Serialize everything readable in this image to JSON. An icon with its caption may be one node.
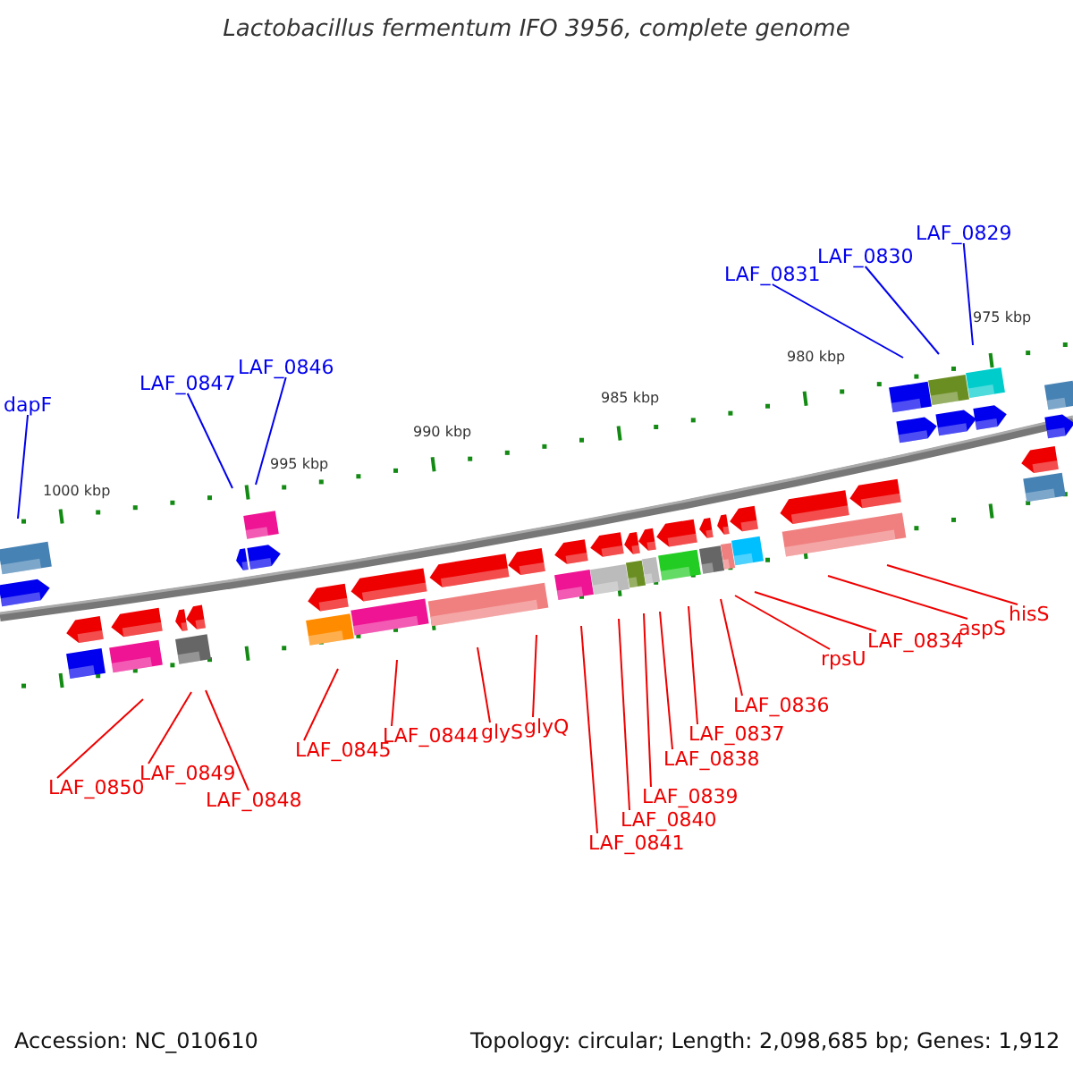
{
  "diagram": {
    "title": "Lactobacillus fermentum IFO 3956, complete genome",
    "nodes": [
      {
        "text": [
          "dapF"
        ]
      },
      {
        "text": [
          "LAF_0847"
        ]
      },
      {
        "text": [
          "LAF_0846"
        ]
      },
      {
        "text": [
          "LAF_0831"
        ]
      },
      {
        "text": [
          "LAF_0830"
        ]
      },
      {
        "text": [
          "LAF_0829"
        ]
      },
      {
        "text": [
          "LAF_0850"
        ]
      },
      {
        "text": [
          "LAF_0849"
        ]
      },
      {
        "text": [
          "LAF_0848"
        ]
      },
      {
        "text": [
          "LAF_0845"
        ]
      },
      {
        "text": [
          "LAF_0844"
        ]
      },
      {
        "text": [
          "glyS"
        ]
      },
      {
        "text": [
          "glyQ"
        ]
      },
      {
        "text": [
          "LAF_0841"
        ]
      },
      {
        "text": [
          "LAF_0840"
        ]
      },
      {
        "text": [
          "LAF_0839"
        ]
      },
      {
        "text": [
          "LAF_0838"
        ]
      },
      {
        "text": [
          "LAF_0837"
        ]
      },
      {
        "text": [
          "LAF_0836"
        ]
      },
      {
        "text": [
          "rpsU"
        ]
      },
      {
        "text": [
          "LAF_0834"
        ]
      },
      {
        "text": [
          "aspS"
        ]
      },
      {
        "text": [
          "hisS"
        ]
      }
    ],
    "edges": [
      {
        "from": 0,
        "to": null,
        "arrow": "none",
        "color": "#0000ee"
      },
      {
        "from": 1,
        "to": null,
        "arrow": "none",
        "color": "#0000ee"
      },
      {
        "from": 2,
        "to": null,
        "arrow": "none",
        "color": "#0000ee"
      },
      {
        "from": 3,
        "to": null,
        "arrow": "none",
        "color": "#0000ee"
      },
      {
        "from": 4,
        "to": null,
        "arrow": "none",
        "color": "#0000ee"
      },
      {
        "from": 5,
        "to": null,
        "arrow": "none",
        "color": "#0000ee"
      },
      {
        "from": 6,
        "to": null,
        "arrow": "none"
      },
      {
        "from": 7,
        "to": null,
        "arrow": "none"
      },
      {
        "from": 8,
        "to": null,
        "arrow": "none"
      },
      {
        "from": 9,
        "to": null,
        "arrow": "none"
      },
      {
        "from": 10,
        "to": null,
        "arrow": "none"
      },
      {
        "from": 11,
        "to": null,
        "arrow": "none"
      },
      {
        "from": 12,
        "to": null,
        "arrow": "none"
      },
      {
        "from": 13,
        "to": null,
        "arrow": "none"
      },
      {
        "from": 14,
        "to": null,
        "arrow": "none"
      },
      {
        "from": 15,
        "to": null,
        "arrow": "none"
      },
      {
        "from": 16,
        "to": null,
        "arrow": "none"
      },
      {
        "from": 17,
        "to": null,
        "arrow": "none"
      },
      {
        "from": 18,
        "to": null,
        "arrow": "none"
      },
      {
        "from": 19,
        "to": null,
        "arrow": "none"
      },
      {
        "from": 20,
        "to": null,
        "arrow": "none"
      },
      {
        "from": 21,
        "to": null,
        "arrow": "none"
      },
      {
        "from": 22,
        "to": null,
        "arrow": "none"
      }
    ],
    "labels": [
      "975 kbp",
      "980 kbp",
      "985 kbp",
      "990 kbp",
      "995 kbp",
      "1000 kbp",
      "Accession: NC_010610",
      "Topology: circular; Length: 2,098,685 bp; Genes: 1,912"
    ]
  }
}
